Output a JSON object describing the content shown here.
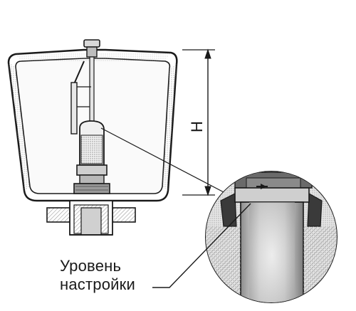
{
  "diagram": {
    "dimension_label": "H",
    "callout_label_line1": "Уровень",
    "callout_label_line2": "настройки",
    "colors": {
      "ink": "#1a1a1a",
      "tank_fill": "#f2f2f2",
      "gray": "#8a8a8a",
      "dark_gray": "#4a4a4a"
    }
  }
}
